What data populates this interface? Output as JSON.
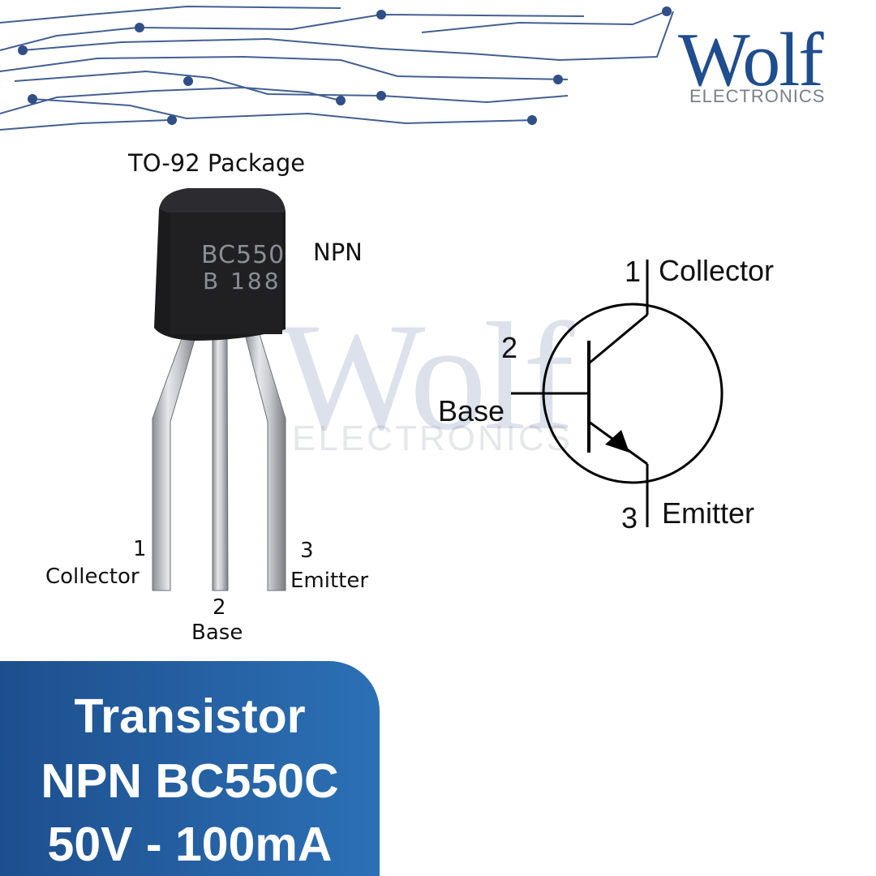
{
  "logo": {
    "word": "Wolf",
    "sub": "ELECTRONICS"
  },
  "watermark": {
    "word": "Wolf",
    "sub": "ELECTRONICS"
  },
  "package": {
    "title": "TO-92 Package",
    "type_label": "NPN",
    "marking_line1": "BC550",
    "marking_line2": "B 188",
    "pins": [
      {
        "number": "1",
        "name": "Collector"
      },
      {
        "number": "2",
        "name": "Base"
      },
      {
        "number": "3",
        "name": "Emitter"
      }
    ]
  },
  "schematic": {
    "collector_number": "1",
    "collector_label": "Collector",
    "base_number": "2",
    "base_label": "Base",
    "emitter_number": "3",
    "emitter_label": "Emitter"
  },
  "banner": {
    "line1": "Transistor",
    "line2": "NPN BC550C",
    "line3": "50V - 100mA"
  },
  "colors": {
    "banner_start": "#1d4f8e",
    "banner_end": "#2c70b5",
    "circuit_trace": "#2f4f86",
    "logo_blue": "#1f4d8d"
  }
}
